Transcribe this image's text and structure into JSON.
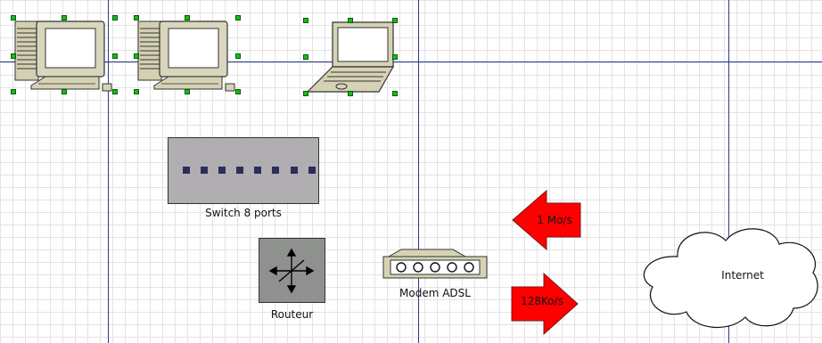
{
  "diagram": {
    "switch_label": "Switch 8 ports",
    "router_label": "Routeur",
    "modem_label": "Modem ADSL",
    "cloud_label": "Internet",
    "down_arrow_label": "1 Mo/s",
    "up_arrow_label": "128Ko/s",
    "switch_port_count": 8,
    "modem_port_count": 5
  },
  "colors": {
    "arrow_fill": "#ff0000",
    "switch_fill": "#b0aeb1",
    "router_fill": "#8f918f",
    "guide_line": "#2a3a8c",
    "selection_handle": "#11c011"
  }
}
